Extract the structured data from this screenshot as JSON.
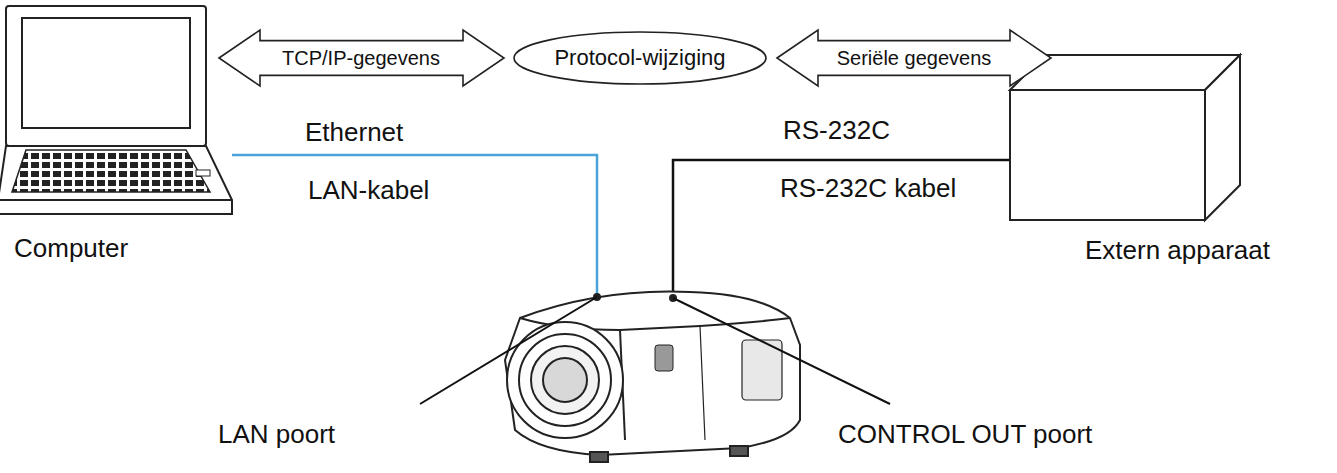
{
  "diagram": {
    "nodes": [
      {
        "text": [
          "TCP/IP-gegevens"
        ]
      },
      {
        "text": [
          "Protocol-wijziging"
        ]
      },
      {
        "text": [
          "Seriële gegevens"
        ]
      }
    ],
    "labels": [
      "Ethernet",
      "RS-232C",
      "LAN-kabel",
      "RS-232C kabel",
      "Computer",
      "Extern apparaat",
      "LAN poort",
      "CONTROL OUT poort"
    ]
  }
}
